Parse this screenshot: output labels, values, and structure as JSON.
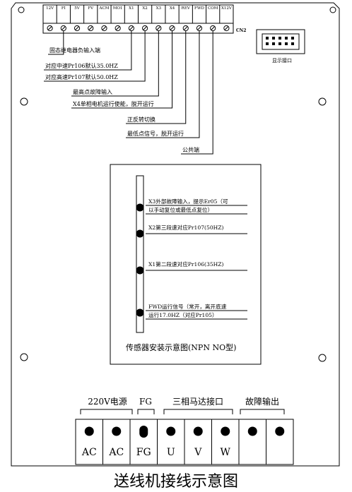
{
  "terminal_strip": {
    "labels": [
      "12V",
      "FI",
      "5V",
      "FV",
      "ACM",
      "MO1",
      "X1",
      "X2",
      "X3",
      "X4",
      "REV",
      "FWD",
      "COM",
      "X12V"
    ],
    "connector_label": "CN2"
  },
  "display_port": {
    "label": "显示接口"
  },
  "annotations": [
    "固态继电器负输入端",
    "对应中速Pr106默认35.0HZ",
    "对应高速Pr107默认50.0HZ",
    "最高点故障输入",
    "X4单相电机运行使能，脱开运行",
    "正反转切换",
    "最低点信号，脱开运行",
    "公共端"
  ],
  "sensor_panel": {
    "sensors": [
      {
        "line1": "X3外部故障输入，提示Er05（可",
        "line2": "以手动复位或最低点复位）"
      },
      {
        "line1": "X2第三段速对应Pr107(50HZ)",
        "line2": ""
      },
      {
        "line1": "X1第二段速对应Pr106(35HZ)",
        "line2": ""
      },
      {
        "line1": "FWD运行信号（常开，离开底速",
        "line2": "运行17.0HZ（对应Pr105）"
      }
    ],
    "caption": "传感器安装示意图(NPN NO型)"
  },
  "power_block": {
    "group_labels": [
      "220V电源",
      "FG",
      "三相马达接口",
      "故障输出"
    ],
    "terminal_labels": [
      "AC",
      "AC",
      "FG",
      "U",
      "V",
      "W",
      "",
      ""
    ]
  },
  "title": "送线机接线示意图"
}
